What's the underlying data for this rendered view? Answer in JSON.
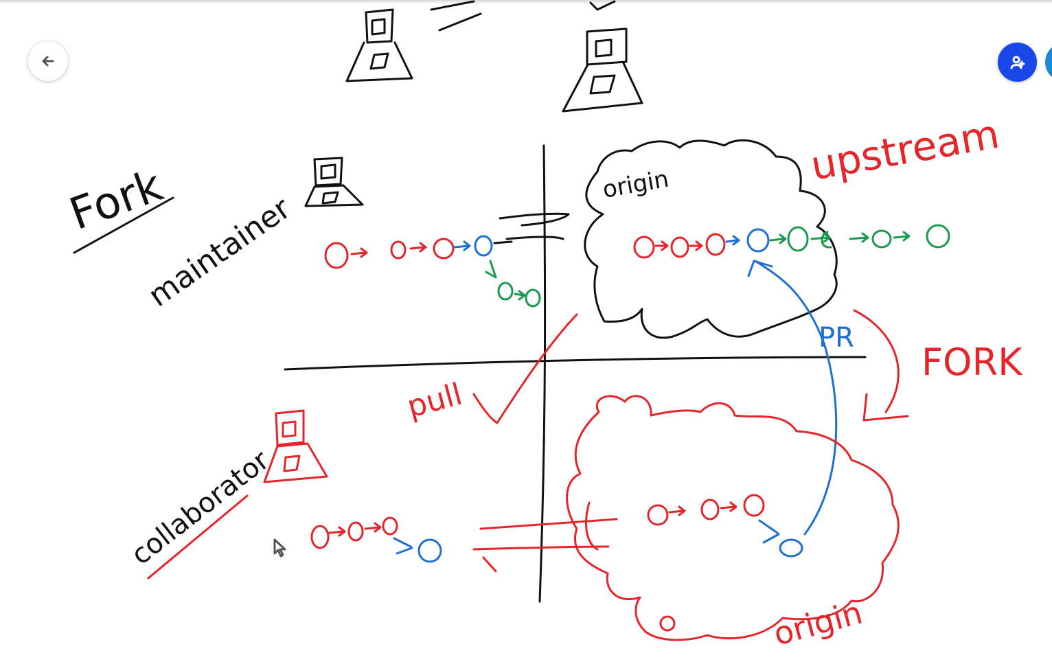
{
  "toolbar": {
    "back_icon": "arrow-left-icon",
    "user_icon": "person-add-icon",
    "accent": "#1a47e8"
  },
  "whiteboard": {
    "title": "Fork",
    "role_top": "maintainer",
    "role_bottom": "collaborator",
    "cloud_top_label": "origin",
    "cloud_bottom_label": "origin",
    "upstream_label": "upstream",
    "fork_label": "FORK",
    "pr_label": "PR",
    "pull_label": "pull",
    "ink_colors": {
      "black": "#111111",
      "red": "#e5252a",
      "blue": "#1f6fd0",
      "green": "#199a4d"
    }
  }
}
